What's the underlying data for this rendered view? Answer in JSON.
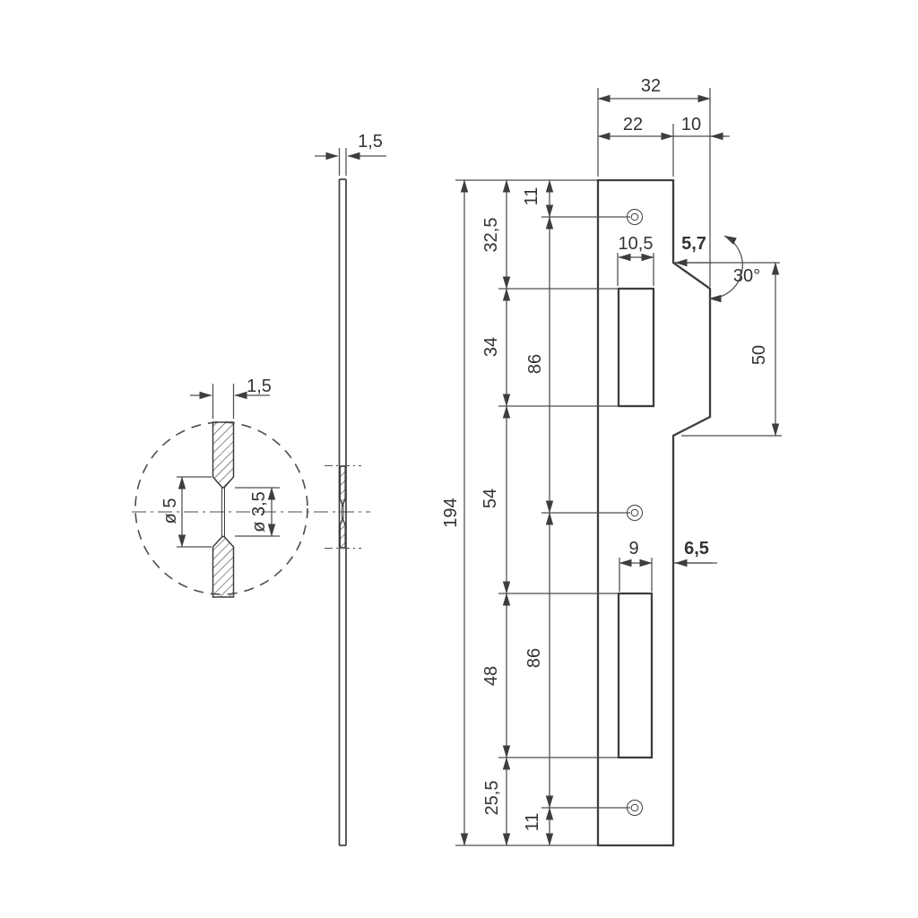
{
  "colors": {
    "line": "#3e3e3e",
    "dim_line": "#4d4d4d",
    "text": "#333333",
    "background": "#ffffff"
  },
  "detail_view": {
    "thickness": "1,5",
    "countersink_diameter": "ø 5",
    "hole_diameter": "ø 3,5"
  },
  "side_view": {
    "thickness": "1,5"
  },
  "front_view": {
    "width_total": "32",
    "width_plate": "22",
    "width_lip": "10",
    "height_total": "194",
    "edge_chain": {
      "top_to_cutout1": "32,5",
      "cutout1_height": "34",
      "cutout1_to_cutout2": "54",
      "cutout2_height": "48",
      "cutout2_to_bottom": "25,5"
    },
    "hole_chain": {
      "top_to_hole1": "11",
      "hole1_to_hole2": "86",
      "hole2_to_hole3": "86",
      "hole3_to_bottom": "11"
    },
    "cutout1": {
      "width": "10,5",
      "edge_offset": "5,7"
    },
    "cutout2": {
      "width": "9",
      "edge_offset": "6,5"
    },
    "lip": {
      "angle": "30°",
      "height": "50"
    }
  }
}
